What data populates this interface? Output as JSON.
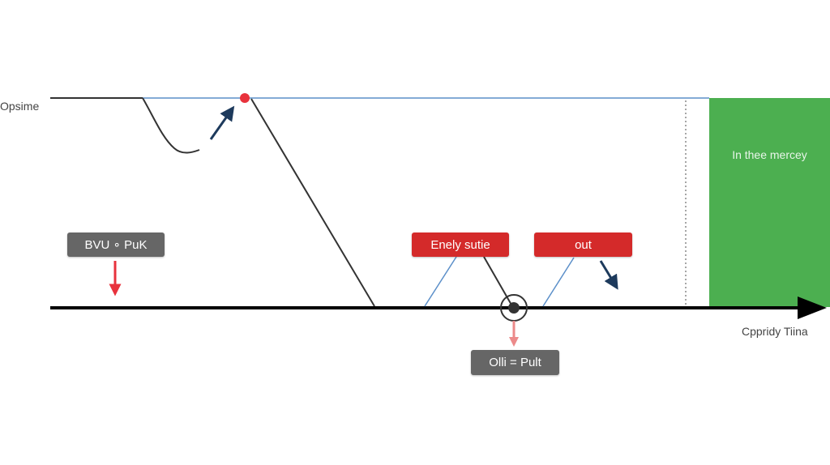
{
  "labels": {
    "y_label": "Opsime",
    "x_label": "Cppridy Tiina",
    "green_zone": "In thee mercey"
  },
  "boxes": {
    "left_gray": "BVU ∘ PuK",
    "red_entry": "Enely sutie",
    "red_out": "out",
    "bottom_gray": "Olli = Pult"
  },
  "colors": {
    "green_zone": "#4caf50",
    "red_box": "#d42a2a",
    "gray_box": "#666666",
    "blue_line": "#5b8fc9",
    "navy_arrow": "#1d3a5c",
    "red_marker": "#e8323c"
  }
}
